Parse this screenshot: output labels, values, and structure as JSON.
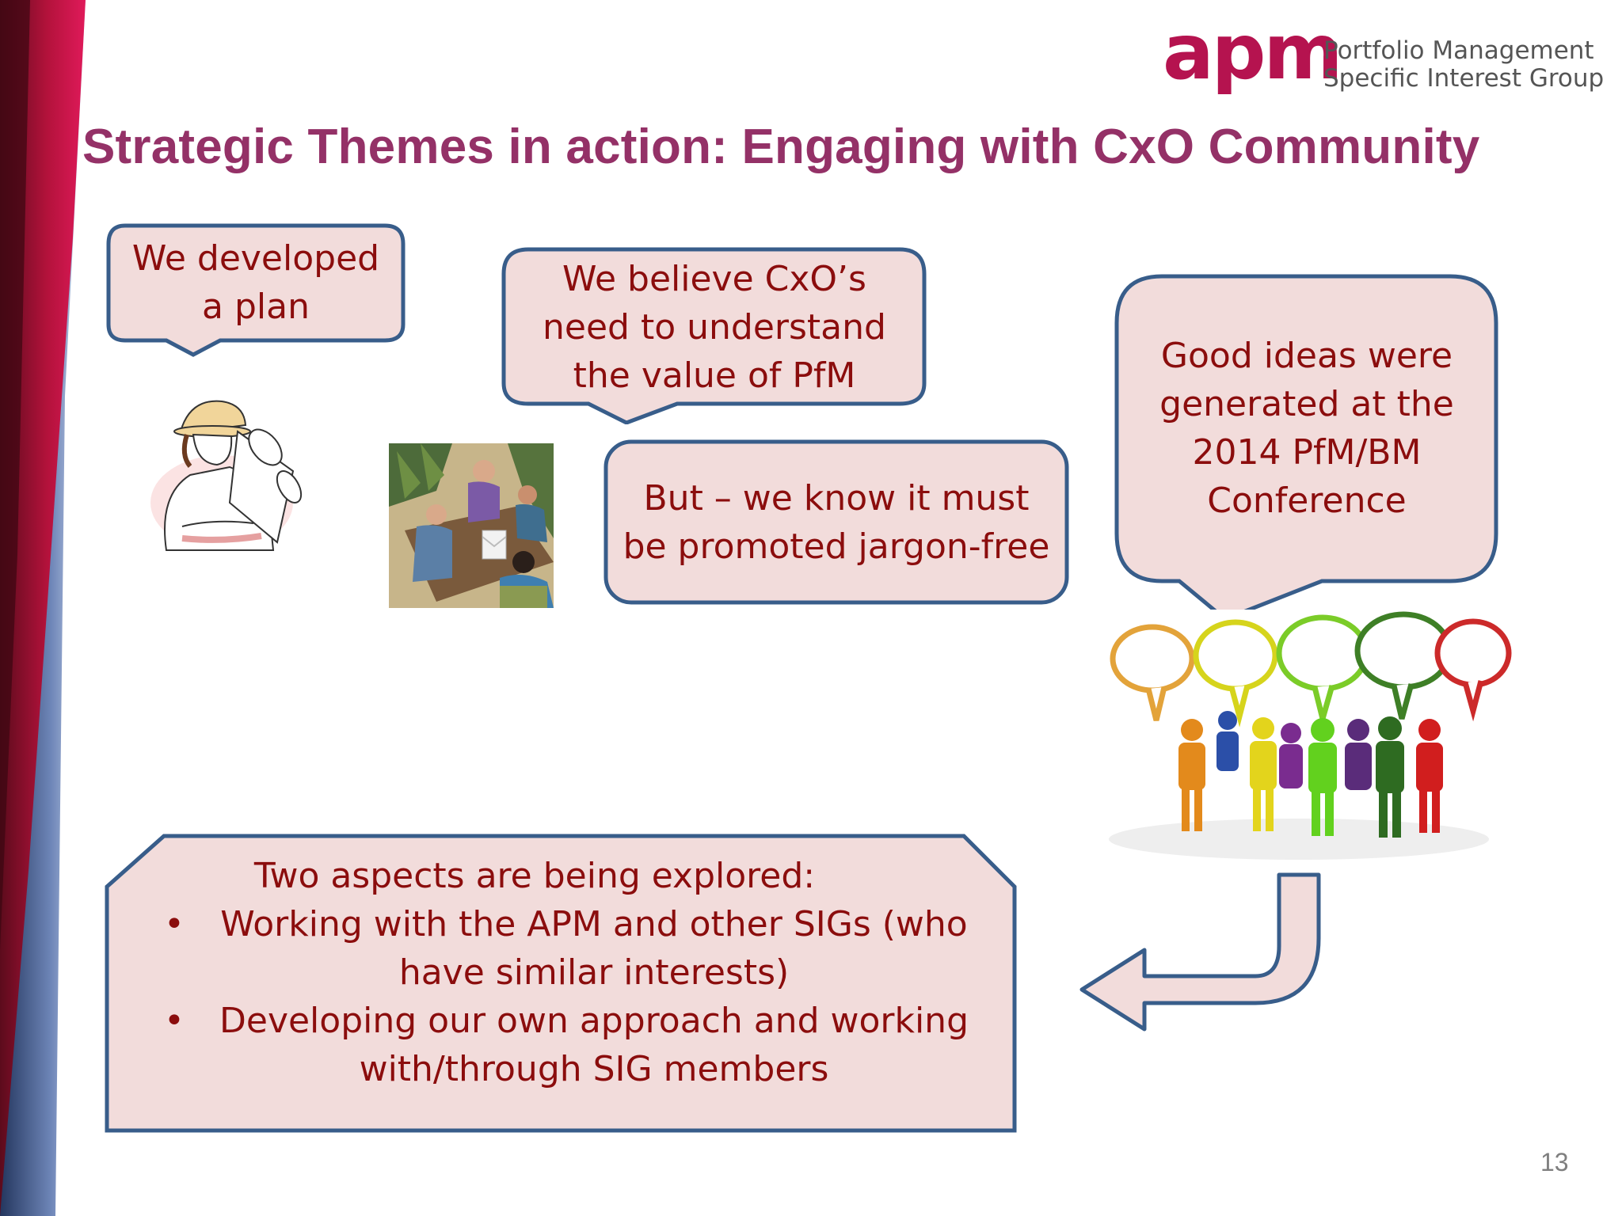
{
  "header": {
    "logo": {
      "wordmark": "apm",
      "line1": "Portfolio Management",
      "line2": "Specific Interest Group"
    },
    "title": "Strategic Themes in action: Engaging with CxO Community"
  },
  "callouts": {
    "plan": {
      "line1": "We developed",
      "line2": "a plan"
    },
    "belief": {
      "line1": "We believe CxO’s",
      "line2": "need to understand",
      "line3": "the value of PfM"
    },
    "jargon": {
      "line1": "But – we know it must",
      "line2": "be promoted jargon-free"
    },
    "ideas": {
      "line1": "Good ideas were",
      "line2": "generated at the",
      "line3": "2014 PfM/BM",
      "line4": "Conference"
    }
  },
  "aspects": {
    "heading": "Two aspects are being explored:",
    "bullet_symbol": "•",
    "items": [
      {
        "line1": "Working with the APM and other SIGs (who",
        "line2": "have similar interests)"
      },
      {
        "line1": "Developing our own approach and working",
        "line2": "with/through SIG members"
      }
    ]
  },
  "footer": {
    "page_number": "13"
  },
  "colors": {
    "title": "#943167",
    "callout_fill": "#f2dcdb",
    "callout_border": "#385d8a",
    "callout_text": "#8b0d0d",
    "accent": "#b5134f"
  },
  "images": [
    "engineer-with-plans-clipart",
    "business-meeting-clipart",
    "crowd-with-speech-bubbles-clipart"
  ]
}
